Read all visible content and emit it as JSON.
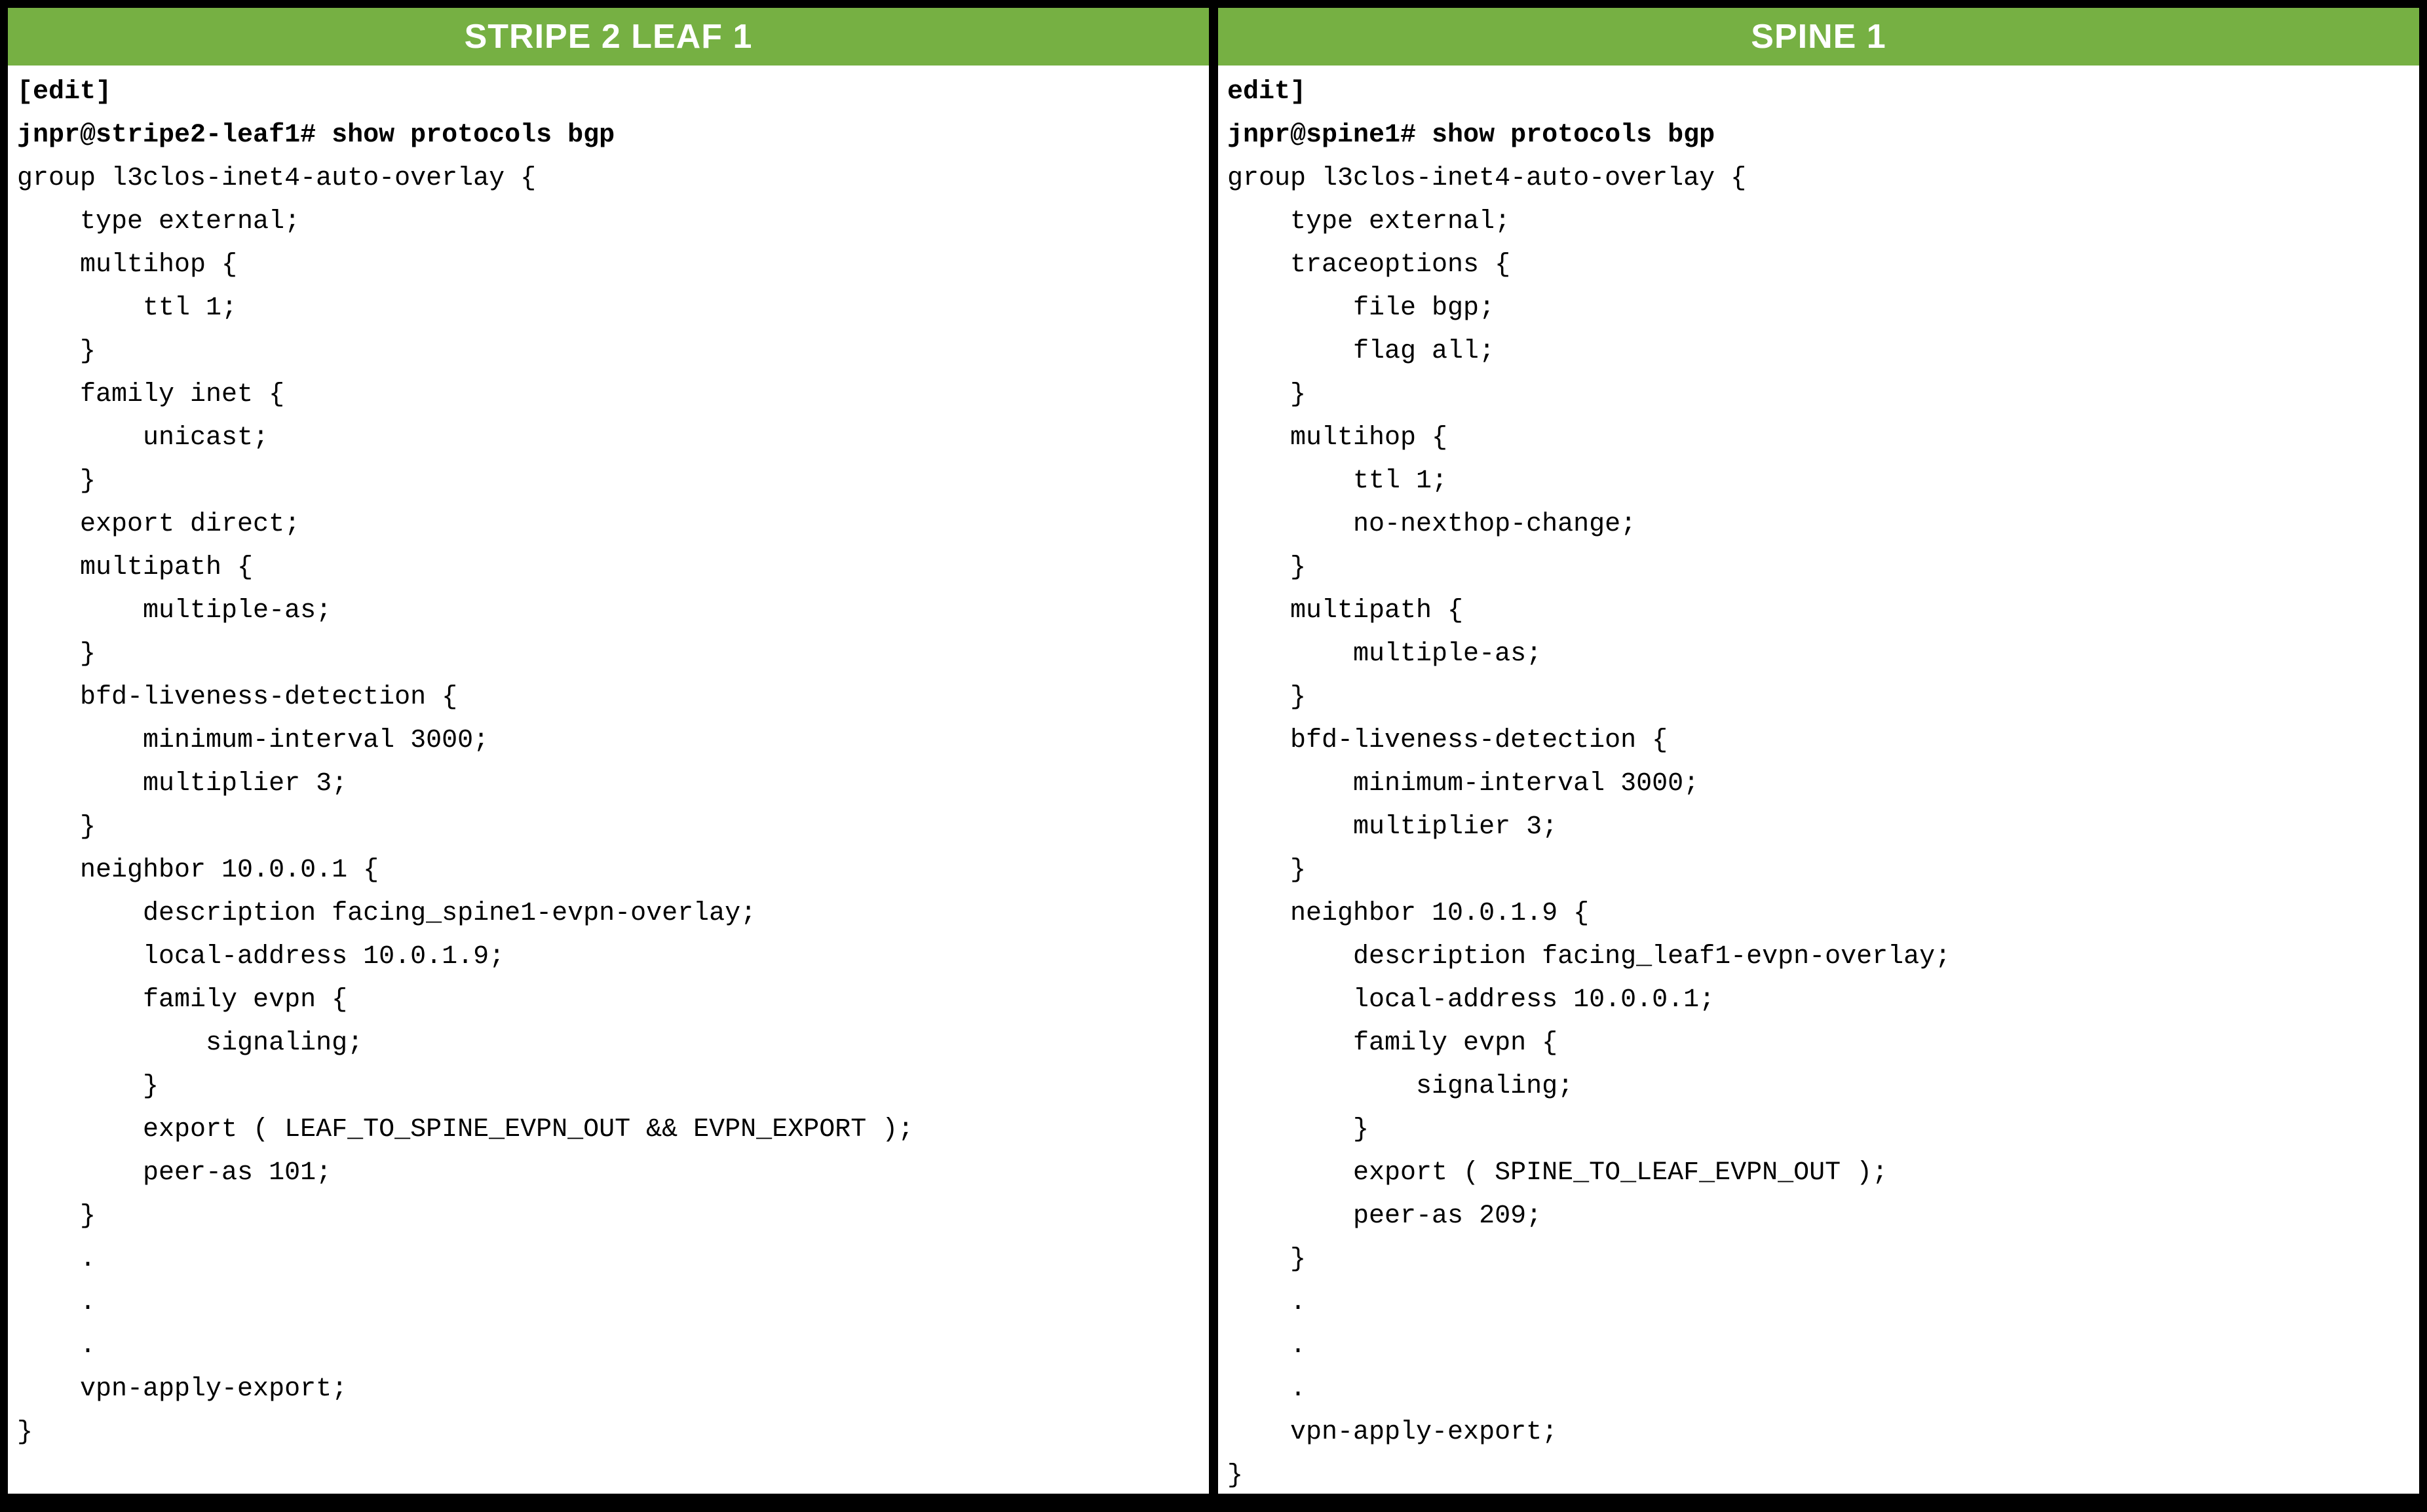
{
  "colors": {
    "frame_bg": "#000000",
    "panel_bg": "#ffffff",
    "header_bg": "#76b043",
    "header_text": "#ffffff",
    "code_text": "#000000"
  },
  "panels": [
    {
      "title": "STRIPE 2 LEAF 1",
      "lines": [
        {
          "text": "[edit]",
          "bold": true
        },
        {
          "text": "jnpr@stripe2-leaf1# show protocols bgp",
          "bold": true
        },
        {
          "text": "group l3clos-inet4-auto-overlay {",
          "bold": false
        },
        {
          "text": "    type external;",
          "bold": false
        },
        {
          "text": "    multihop {",
          "bold": false
        },
        {
          "text": "        ttl 1;",
          "bold": false
        },
        {
          "text": "    }",
          "bold": false
        },
        {
          "text": "    family inet {",
          "bold": false
        },
        {
          "text": "        unicast;",
          "bold": false
        },
        {
          "text": "    }",
          "bold": false
        },
        {
          "text": "    export direct;",
          "bold": false
        },
        {
          "text": "    multipath {",
          "bold": false
        },
        {
          "text": "        multiple-as;",
          "bold": false
        },
        {
          "text": "    }",
          "bold": false
        },
        {
          "text": "    bfd-liveness-detection {",
          "bold": false
        },
        {
          "text": "        minimum-interval 3000;",
          "bold": false
        },
        {
          "text": "        multiplier 3;",
          "bold": false
        },
        {
          "text": "    }",
          "bold": false
        },
        {
          "text": "    neighbor 10.0.0.1 {",
          "bold": false
        },
        {
          "text": "        description facing_spine1-evpn-overlay;",
          "bold": false
        },
        {
          "text": "        local-address 10.0.1.9;",
          "bold": false
        },
        {
          "text": "        family evpn {",
          "bold": false
        },
        {
          "text": "            signaling;",
          "bold": false
        },
        {
          "text": "        }",
          "bold": false
        },
        {
          "text": "        export ( LEAF_TO_SPINE_EVPN_OUT && EVPN_EXPORT );",
          "bold": false
        },
        {
          "text": "        peer-as 101;",
          "bold": false
        },
        {
          "text": "    }",
          "bold": false
        },
        {
          "text": "    .",
          "bold": false
        },
        {
          "text": "    .",
          "bold": false
        },
        {
          "text": "    .",
          "bold": false
        },
        {
          "text": "    vpn-apply-export;",
          "bold": false
        },
        {
          "text": "}",
          "bold": false
        }
      ]
    },
    {
      "title": "SPINE 1",
      "lines": [
        {
          "text": "edit]",
          "bold": true
        },
        {
          "text": "jnpr@spine1# show protocols bgp",
          "bold": true
        },
        {
          "text": "group l3clos-inet4-auto-overlay {",
          "bold": false
        },
        {
          "text": "    type external;",
          "bold": false
        },
        {
          "text": "    traceoptions {",
          "bold": false
        },
        {
          "text": "        file bgp;",
          "bold": false
        },
        {
          "text": "        flag all;",
          "bold": false
        },
        {
          "text": "    }",
          "bold": false
        },
        {
          "text": "    multihop {",
          "bold": false
        },
        {
          "text": "        ttl 1;",
          "bold": false
        },
        {
          "text": "        no-nexthop-change;",
          "bold": false
        },
        {
          "text": "    }",
          "bold": false
        },
        {
          "text": "    multipath {",
          "bold": false
        },
        {
          "text": "        multiple-as;",
          "bold": false
        },
        {
          "text": "    }",
          "bold": false
        },
        {
          "text": "    bfd-liveness-detection {",
          "bold": false
        },
        {
          "text": "        minimum-interval 3000;",
          "bold": false
        },
        {
          "text": "        multiplier 3;",
          "bold": false
        },
        {
          "text": "    }",
          "bold": false
        },
        {
          "text": "    neighbor 10.0.1.9 {",
          "bold": false
        },
        {
          "text": "        description facing_leaf1-evpn-overlay;",
          "bold": false
        },
        {
          "text": "        local-address 10.0.0.1;",
          "bold": false
        },
        {
          "text": "        family evpn {",
          "bold": false
        },
        {
          "text": "            signaling;",
          "bold": false
        },
        {
          "text": "        }",
          "bold": false
        },
        {
          "text": "        export ( SPINE_TO_LEAF_EVPN_OUT );",
          "bold": false
        },
        {
          "text": "        peer-as 209;",
          "bold": false
        },
        {
          "text": "    }",
          "bold": false
        },
        {
          "text": "    .",
          "bold": false
        },
        {
          "text": "    .",
          "bold": false
        },
        {
          "text": "    .",
          "bold": false
        },
        {
          "text": "    vpn-apply-export;",
          "bold": false
        },
        {
          "text": "}",
          "bold": false
        }
      ]
    }
  ]
}
